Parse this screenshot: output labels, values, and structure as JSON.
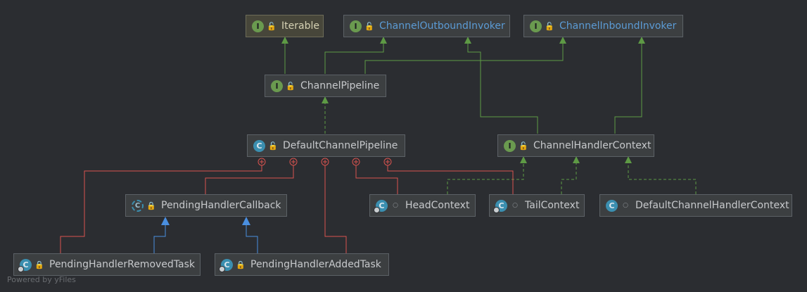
{
  "nodes": {
    "iterable": {
      "kind": "interface",
      "kind_letter": "I",
      "visibility": "public",
      "label": "Iterable",
      "highlight": true
    },
    "channel_outbound_invoker": {
      "kind": "interface",
      "kind_letter": "I",
      "visibility": "public",
      "label": "ChannelOutboundInvoker",
      "link": true
    },
    "channel_inbound_invoker": {
      "kind": "interface",
      "kind_letter": "I",
      "visibility": "public",
      "label": "ChannelInboundInvoker",
      "link": true
    },
    "channel_pipeline": {
      "kind": "interface",
      "kind_letter": "I",
      "visibility": "public",
      "label": "ChannelPipeline"
    },
    "default_channel_pipeline": {
      "kind": "class",
      "kind_letter": "C",
      "visibility": "public",
      "label": "DefaultChannelPipeline"
    },
    "channel_handler_context": {
      "kind": "interface",
      "kind_letter": "I",
      "visibility": "public",
      "label": "ChannelHandlerContext"
    },
    "pending_handler_callback": {
      "kind": "abstract",
      "kind_letter": "C",
      "visibility": "private",
      "label": "PendingHandlerCallback"
    },
    "head_context": {
      "kind": "innerclass",
      "kind_letter": "C",
      "visibility": "package",
      "label": "HeadContext"
    },
    "tail_context": {
      "kind": "innerclass",
      "kind_letter": "C",
      "visibility": "package",
      "label": "TailContext"
    },
    "default_channel_handler_context": {
      "kind": "class",
      "kind_letter": "C",
      "visibility": "package",
      "label": "DefaultChannelHandlerContext"
    },
    "pending_handler_removed_task": {
      "kind": "innerclass",
      "kind_letter": "C",
      "visibility": "private",
      "label": "PendingHandlerRemovedTask"
    },
    "pending_handler_added_task": {
      "kind": "innerclass",
      "kind_letter": "C",
      "visibility": "private",
      "label": "PendingHandlerAddedTask"
    }
  },
  "edges": [
    {
      "from": "channel_pipeline",
      "to": "iterable",
      "type": "extends"
    },
    {
      "from": "channel_pipeline",
      "to": "channel_outbound_invoker",
      "type": "extends"
    },
    {
      "from": "channel_pipeline",
      "to": "channel_inbound_invoker",
      "type": "extends"
    },
    {
      "from": "default_channel_pipeline",
      "to": "channel_pipeline",
      "type": "implements"
    },
    {
      "from": "channel_handler_context",
      "to": "channel_outbound_invoker",
      "type": "extends"
    },
    {
      "from": "channel_handler_context",
      "to": "channel_inbound_invoker",
      "type": "extends"
    },
    {
      "from": "head_context",
      "to": "channel_handler_context",
      "type": "implements"
    },
    {
      "from": "tail_context",
      "to": "channel_handler_context",
      "type": "implements"
    },
    {
      "from": "default_channel_handler_context",
      "to": "channel_handler_context",
      "type": "implements"
    },
    {
      "from": "pending_handler_removed_task",
      "to": "pending_handler_callback",
      "type": "inherits"
    },
    {
      "from": "pending_handler_added_task",
      "to": "pending_handler_callback",
      "type": "inherits"
    },
    {
      "from": "pending_handler_removed_task",
      "to": "default_channel_pipeline",
      "type": "inner"
    },
    {
      "from": "pending_handler_callback",
      "to": "default_channel_pipeline",
      "type": "inner"
    },
    {
      "from": "pending_handler_added_task",
      "to": "default_channel_pipeline",
      "type": "inner"
    },
    {
      "from": "head_context",
      "to": "default_channel_pipeline",
      "type": "inner"
    },
    {
      "from": "tail_context",
      "to": "default_channel_pipeline",
      "type": "inner"
    }
  ],
  "colors": {
    "background": "#2b2d31",
    "extends_edge": "#5e9a45",
    "inherits_edge": "#4a8fe0",
    "inner_edge": "#d9534f"
  },
  "watermark": "Powered by yFiles"
}
